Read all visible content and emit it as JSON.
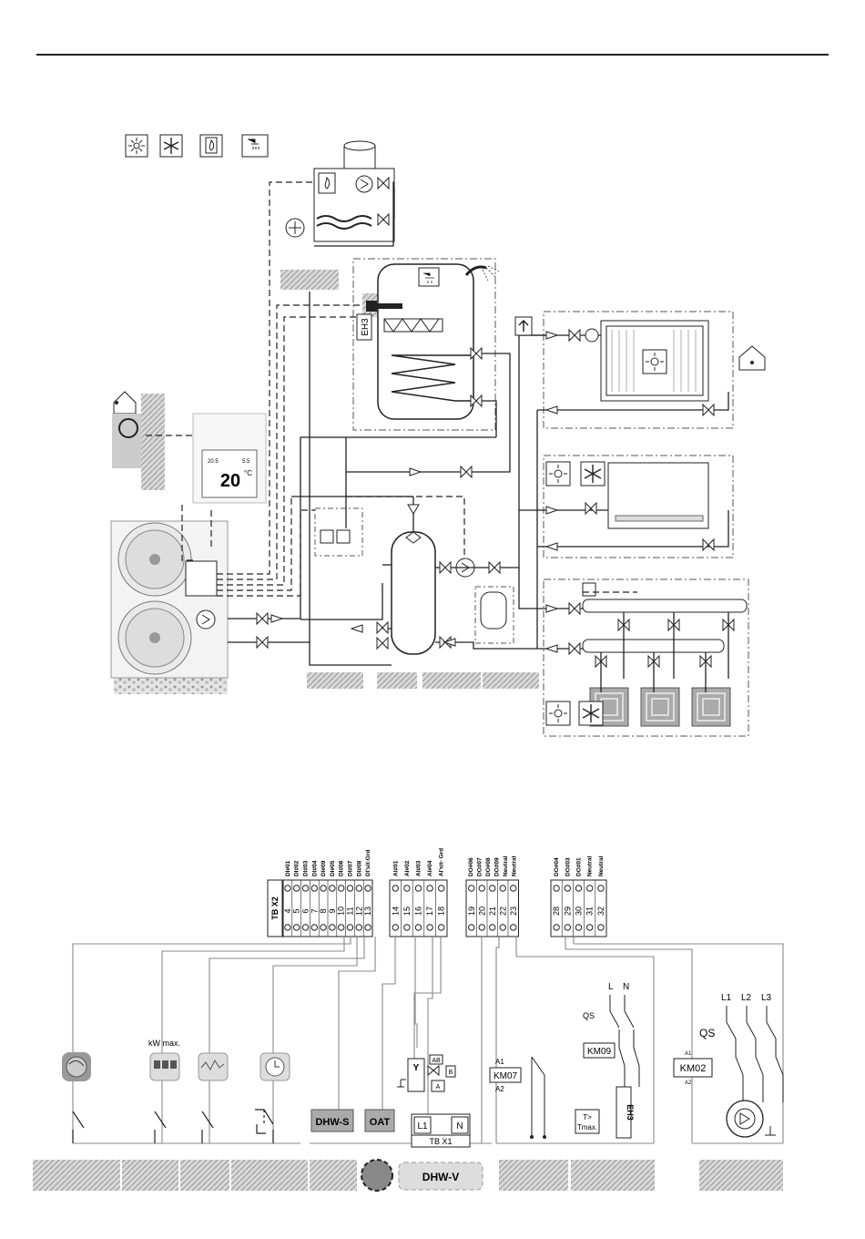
{
  "hydraulic": {
    "tank_heater_label": "EH3",
    "thermostat_temp": "20",
    "thermostat_unit": "°C",
    "thermostat_small_top": "20.5",
    "thermostat_small_right": "5.5"
  },
  "mode_icons": [
    "sun-heating-icon",
    "snowflake-cooling-icon",
    "boiler-flame-icon",
    "shower-dhw-icon"
  ],
  "terminals": {
    "tb_x2_label": "TB X2",
    "block1": {
      "headers": [
        "DI#01",
        "DI#02",
        "DI#03",
        "DI#04",
        "DI#09",
        "DI#05",
        "DI#06",
        "DI#07",
        "DI#08",
        "DI'sit-Grd"
      ],
      "numbers": [
        "4",
        "5",
        "6",
        "7",
        "8",
        "9",
        "10",
        "11",
        "12",
        "13"
      ]
    },
    "block2": {
      "headers": [
        "AI#01",
        "AI#02",
        "AI#03",
        "AI#04",
        "AI'sit- Grd"
      ],
      "numbers": [
        "14",
        "15",
        "16",
        "17",
        "18"
      ]
    },
    "block3": {
      "headers": [
        "DO#06",
        "DO#07",
        "DO#08",
        "DO#09",
        "Neutral",
        "Neutral"
      ],
      "numbers": [
        "19",
        "20",
        "21",
        "22",
        "23"
      ]
    },
    "block4": {
      "headers": [
        "DO#04",
        "DO#03",
        "DO#01",
        "Neutral",
        "Neutral"
      ],
      "numbers": [
        "28",
        "29",
        "30",
        "31",
        "32"
      ]
    }
  },
  "wiring": {
    "kw_max": "kW max.",
    "dhw_s": "DHW-S",
    "oat": "OAT",
    "valve_y": "Y",
    "valve_ab": "AB",
    "valve_b": "B",
    "valve_a": "A",
    "tb_l1": "L1",
    "tb_n": "N",
    "tb_x1": "TB  X1",
    "km07": "KM07",
    "km07_a1": "A1",
    "km07_a2": "A2",
    "ln_l": "L",
    "ln_n": "N",
    "qs_small": "QS",
    "km09": "KM09",
    "eh3": "EH3",
    "tmax_line1": "T>",
    "tmax_line2": "Tmax.",
    "l1": "L1",
    "l2": "L2",
    "l3": "L3",
    "qs_large": "QS",
    "km02": "KM02",
    "km02_a1": "A1",
    "km02_a2": "A2",
    "dhw_v": "DHW-V"
  }
}
